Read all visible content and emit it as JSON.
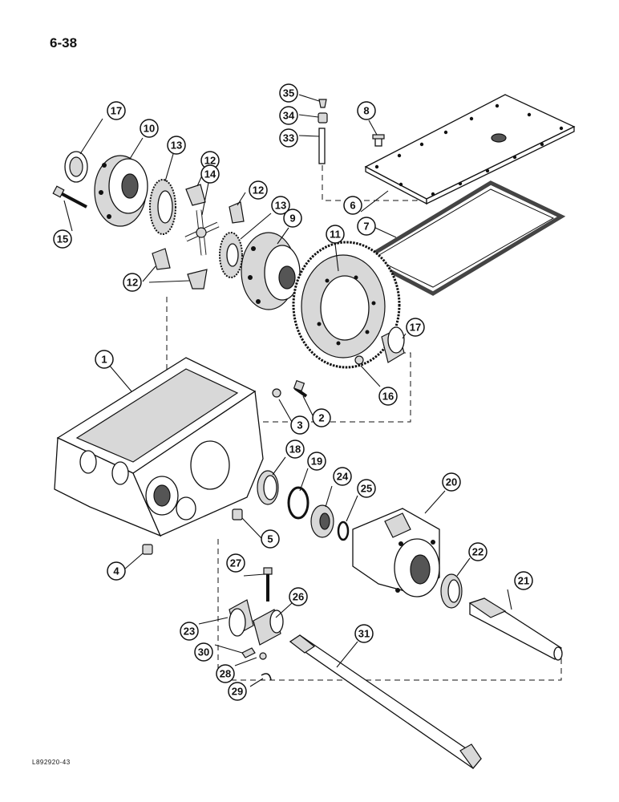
{
  "page_number": "6-38",
  "figure_code": "L892920-43",
  "callouts": [
    {
      "id": "c1",
      "label": "1"
    },
    {
      "id": "c2",
      "label": "2"
    },
    {
      "id": "c3",
      "label": "3"
    },
    {
      "id": "c4",
      "label": "4"
    },
    {
      "id": "c5",
      "label": "5"
    },
    {
      "id": "c6",
      "label": "6"
    },
    {
      "id": "c7",
      "label": "7"
    },
    {
      "id": "c8",
      "label": "8"
    },
    {
      "id": "c9",
      "label": "9"
    },
    {
      "id": "c10",
      "label": "10"
    },
    {
      "id": "c11",
      "label": "11"
    },
    {
      "id": "c12a",
      "label": "12"
    },
    {
      "id": "c12b",
      "label": "12"
    },
    {
      "id": "c12c",
      "label": "12"
    },
    {
      "id": "c13a",
      "label": "13"
    },
    {
      "id": "c13b",
      "label": "13"
    },
    {
      "id": "c14",
      "label": "14"
    },
    {
      "id": "c15",
      "label": "15"
    },
    {
      "id": "c16",
      "label": "16"
    },
    {
      "id": "c17a",
      "label": "17"
    },
    {
      "id": "c17b",
      "label": "17"
    },
    {
      "id": "c18",
      "label": "18"
    },
    {
      "id": "c19",
      "label": "19"
    },
    {
      "id": "c20",
      "label": "20"
    },
    {
      "id": "c21",
      "label": "21"
    },
    {
      "id": "c22",
      "label": "22"
    },
    {
      "id": "c23",
      "label": "23"
    },
    {
      "id": "c24",
      "label": "24"
    },
    {
      "id": "c25",
      "label": "25"
    },
    {
      "id": "c26",
      "label": "26"
    },
    {
      "id": "c27",
      "label": "27"
    },
    {
      "id": "c28",
      "label": "28"
    },
    {
      "id": "c29",
      "label": "29"
    },
    {
      "id": "c30",
      "label": "30"
    },
    {
      "id": "c31",
      "label": "31"
    },
    {
      "id": "c33",
      "label": "33"
    },
    {
      "id": "c34",
      "label": "34"
    },
    {
      "id": "c35",
      "label": "35"
    }
  ]
}
